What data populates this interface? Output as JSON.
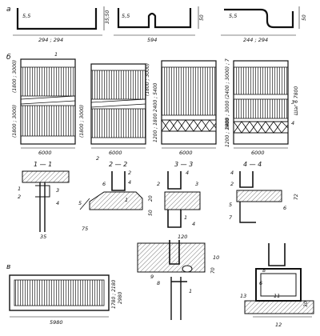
{
  "profiles": {
    "part_label": "а",
    "p1": {
      "thickness": "5,5",
      "width": "294 ; 294",
      "height": "35;50"
    },
    "p2": {
      "thickness": "5,5",
      "width": "594",
      "height": "50"
    },
    "p3": {
      "thickness": "5,5",
      "width": "244 ; 294",
      "height": "50"
    }
  },
  "panels": {
    "part_label": "б",
    "marker_1": "1",
    "p1": {
      "top": "(1800 ; 3000)",
      "bottom": "(1800 ; 3000)",
      "width": "6000"
    },
    "p2": {
      "top": "(1800 ; 3000)",
      "bottom": "(1800 ; 3000)",
      "width": "6000",
      "marker": "2"
    },
    "p3": {
      "top": "2400 ; 5400",
      "bottom": "1200 ; 1800",
      "width": "6000"
    },
    "p4": {
      "top": "(2400 ; 3000) ; 7",
      "bottom": "2400 ; 3000",
      "bottom2": "1200 ; 1800",
      "side": "Шаг 6 7800",
      "width": "6000",
      "marker_3": "3",
      "marker_4": "4"
    }
  },
  "sections": {
    "s1": {
      "title": "1 — 1",
      "labels": [
        "1",
        "2",
        "3",
        "4"
      ],
      "dim": "35"
    },
    "s2": {
      "title": "2 — 2",
      "labels": [
        "2",
        "4",
        "6",
        "5",
        "1"
      ],
      "dim": "75"
    },
    "s3": {
      "title": "3 — 3",
      "labels": [
        "4",
        "3",
        "2",
        "1",
        "4"
      ],
      "dims": [
        "20",
        "50",
        "120"
      ]
    },
    "s4": {
      "title": "4 — 4",
      "labels": [
        "4",
        "2",
        "5",
        "7",
        "6"
      ],
      "dim": "72"
    }
  },
  "details": {
    "part_label": "в",
    "panel": {
      "width": "5980",
      "height_a": "1780 ; 2180",
      "height_b": "2980"
    },
    "mid_labels": [
      "9",
      "8",
      "1",
      "10",
      "70"
    ],
    "right_labels": [
      "8",
      "6",
      "11",
      "13",
      "12",
      "30"
    ]
  }
}
